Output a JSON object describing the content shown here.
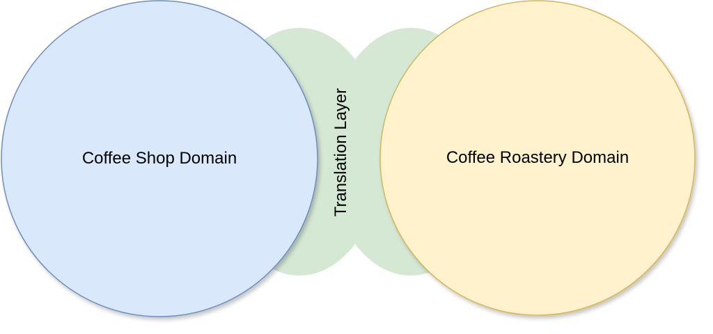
{
  "diagram": {
    "left_domain": {
      "label": "Coffee Shop Domain",
      "fill": "#dae8fc",
      "stroke": "#6c8ebf"
    },
    "right_domain": {
      "label": "Coffee Roastery Domain",
      "fill": "#fff2cc",
      "stroke": "#d6b656"
    },
    "bridge": {
      "label": "Translation Layer",
      "fill": "#d5e8d4"
    }
  }
}
